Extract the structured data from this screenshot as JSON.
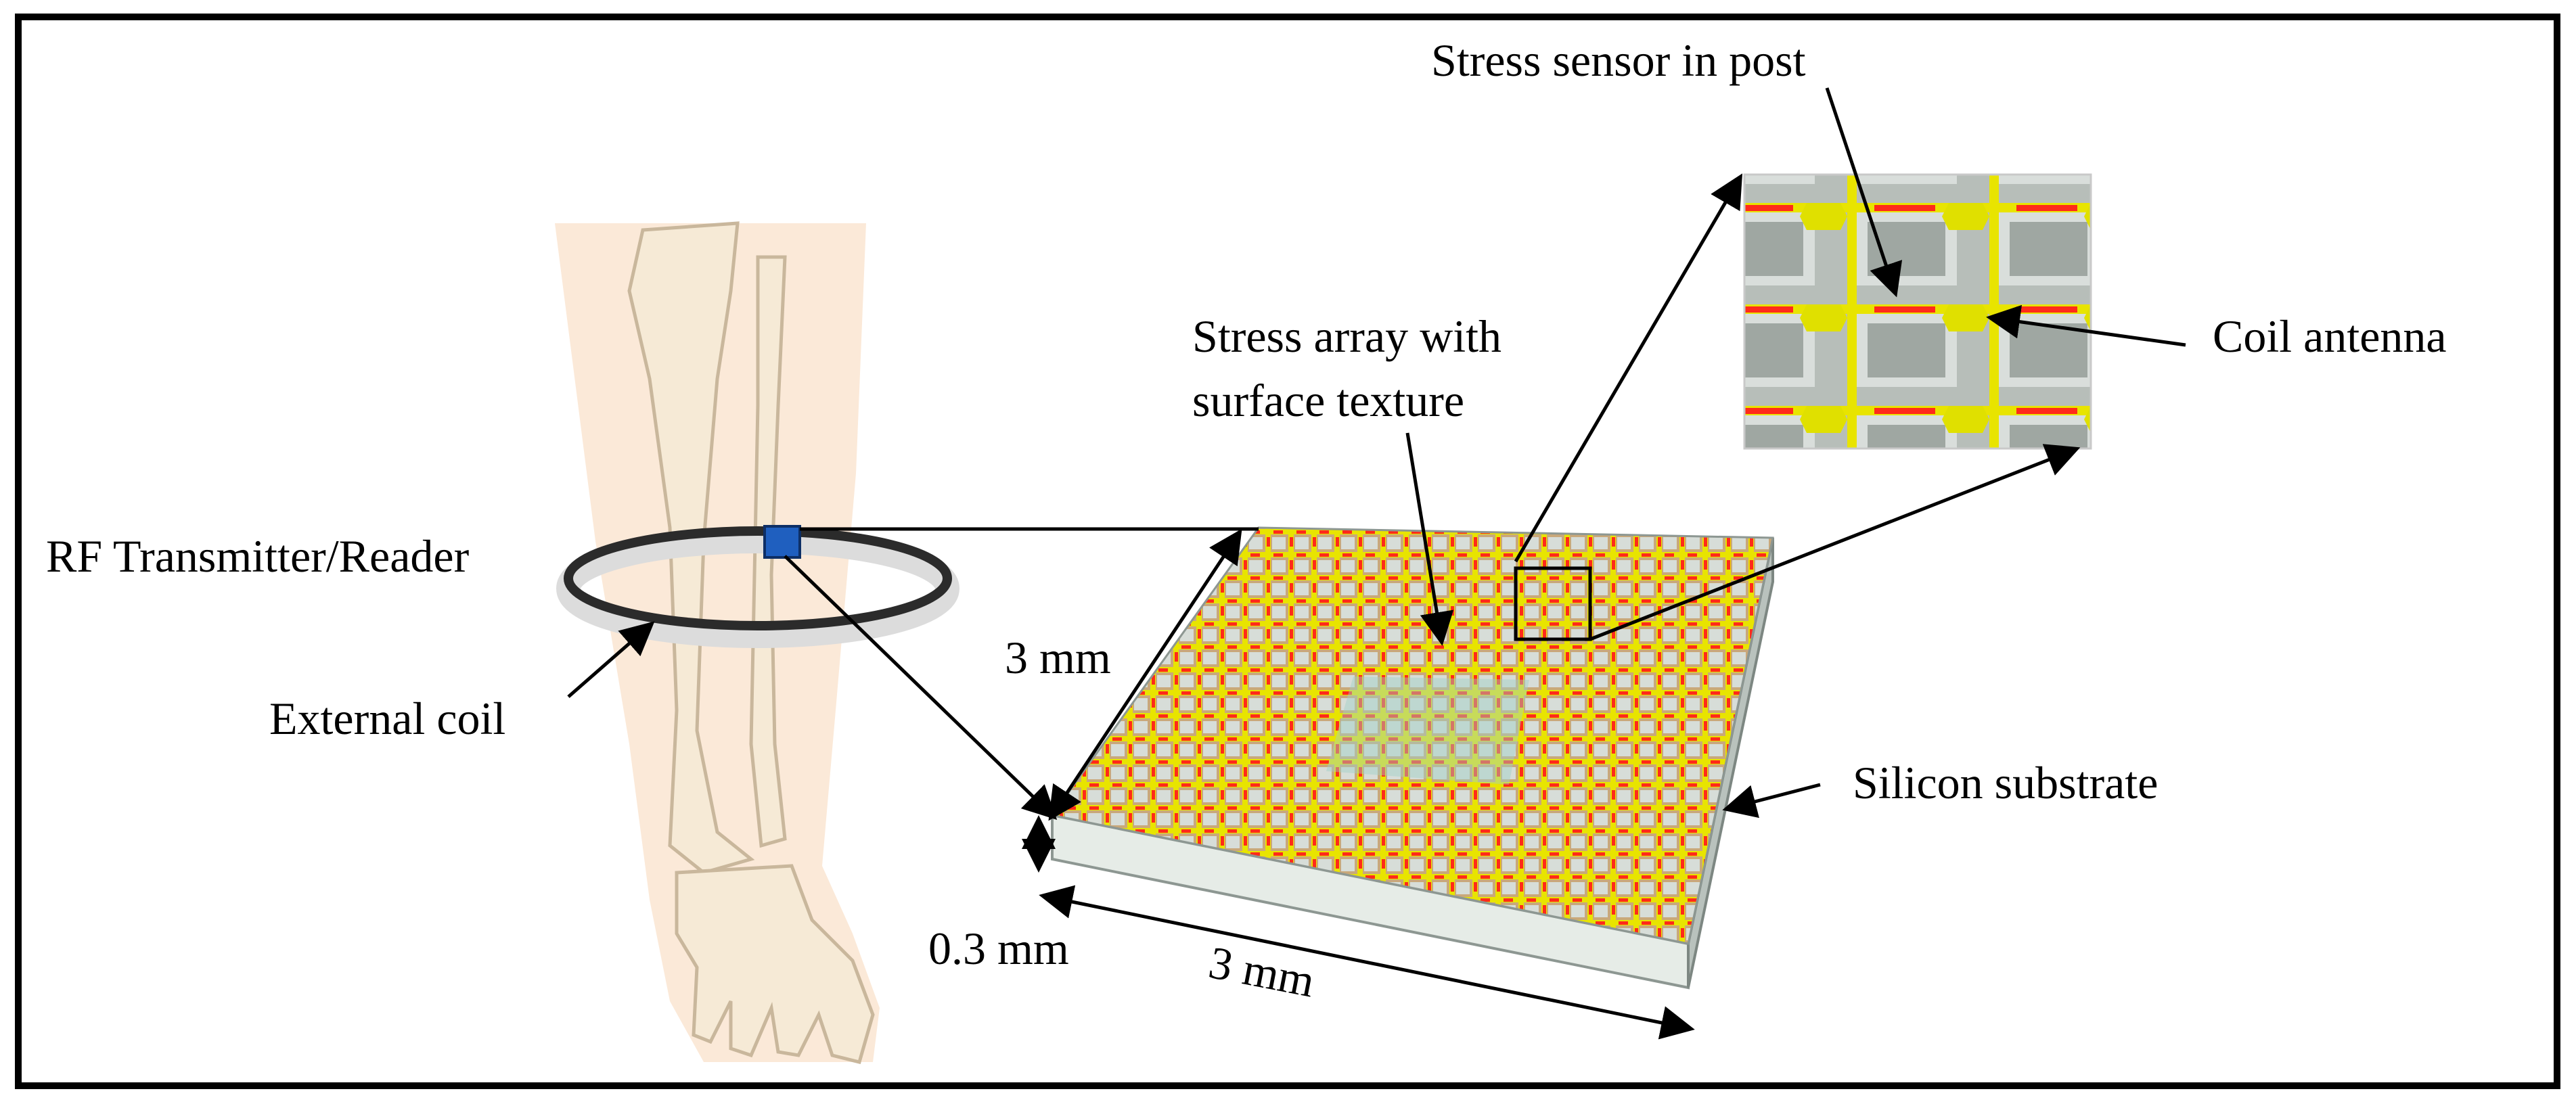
{
  "labels": {
    "stress_sensor": "Stress sensor in post",
    "stress_array_line1": "Stress array with",
    "stress_array_line2": "surface texture",
    "coil_antenna": "Coil antenna",
    "rf_reader": "RF Transmitter/Reader",
    "external_coil": "External coil",
    "silicon_substrate": "Silicon substrate",
    "dim_side": "3 mm",
    "dim_bottom": "3 mm",
    "dim_thickness": "0.3 mm"
  },
  "colors": {
    "skin": "#fbe8d6",
    "bone": "#f6ead6",
    "bone_outline": "#c9b79c",
    "sensor_marker": "#1f5fbf",
    "ring_dark": "#2b2b2b",
    "ring_light": "#dcdcdc",
    "grid_yellow": "#e8e400",
    "grid_red": "#ff2a1a",
    "substrate": "#e6ece7",
    "substrate_side": "#b9c2bd",
    "inset_bg": "#c7cdc9"
  }
}
